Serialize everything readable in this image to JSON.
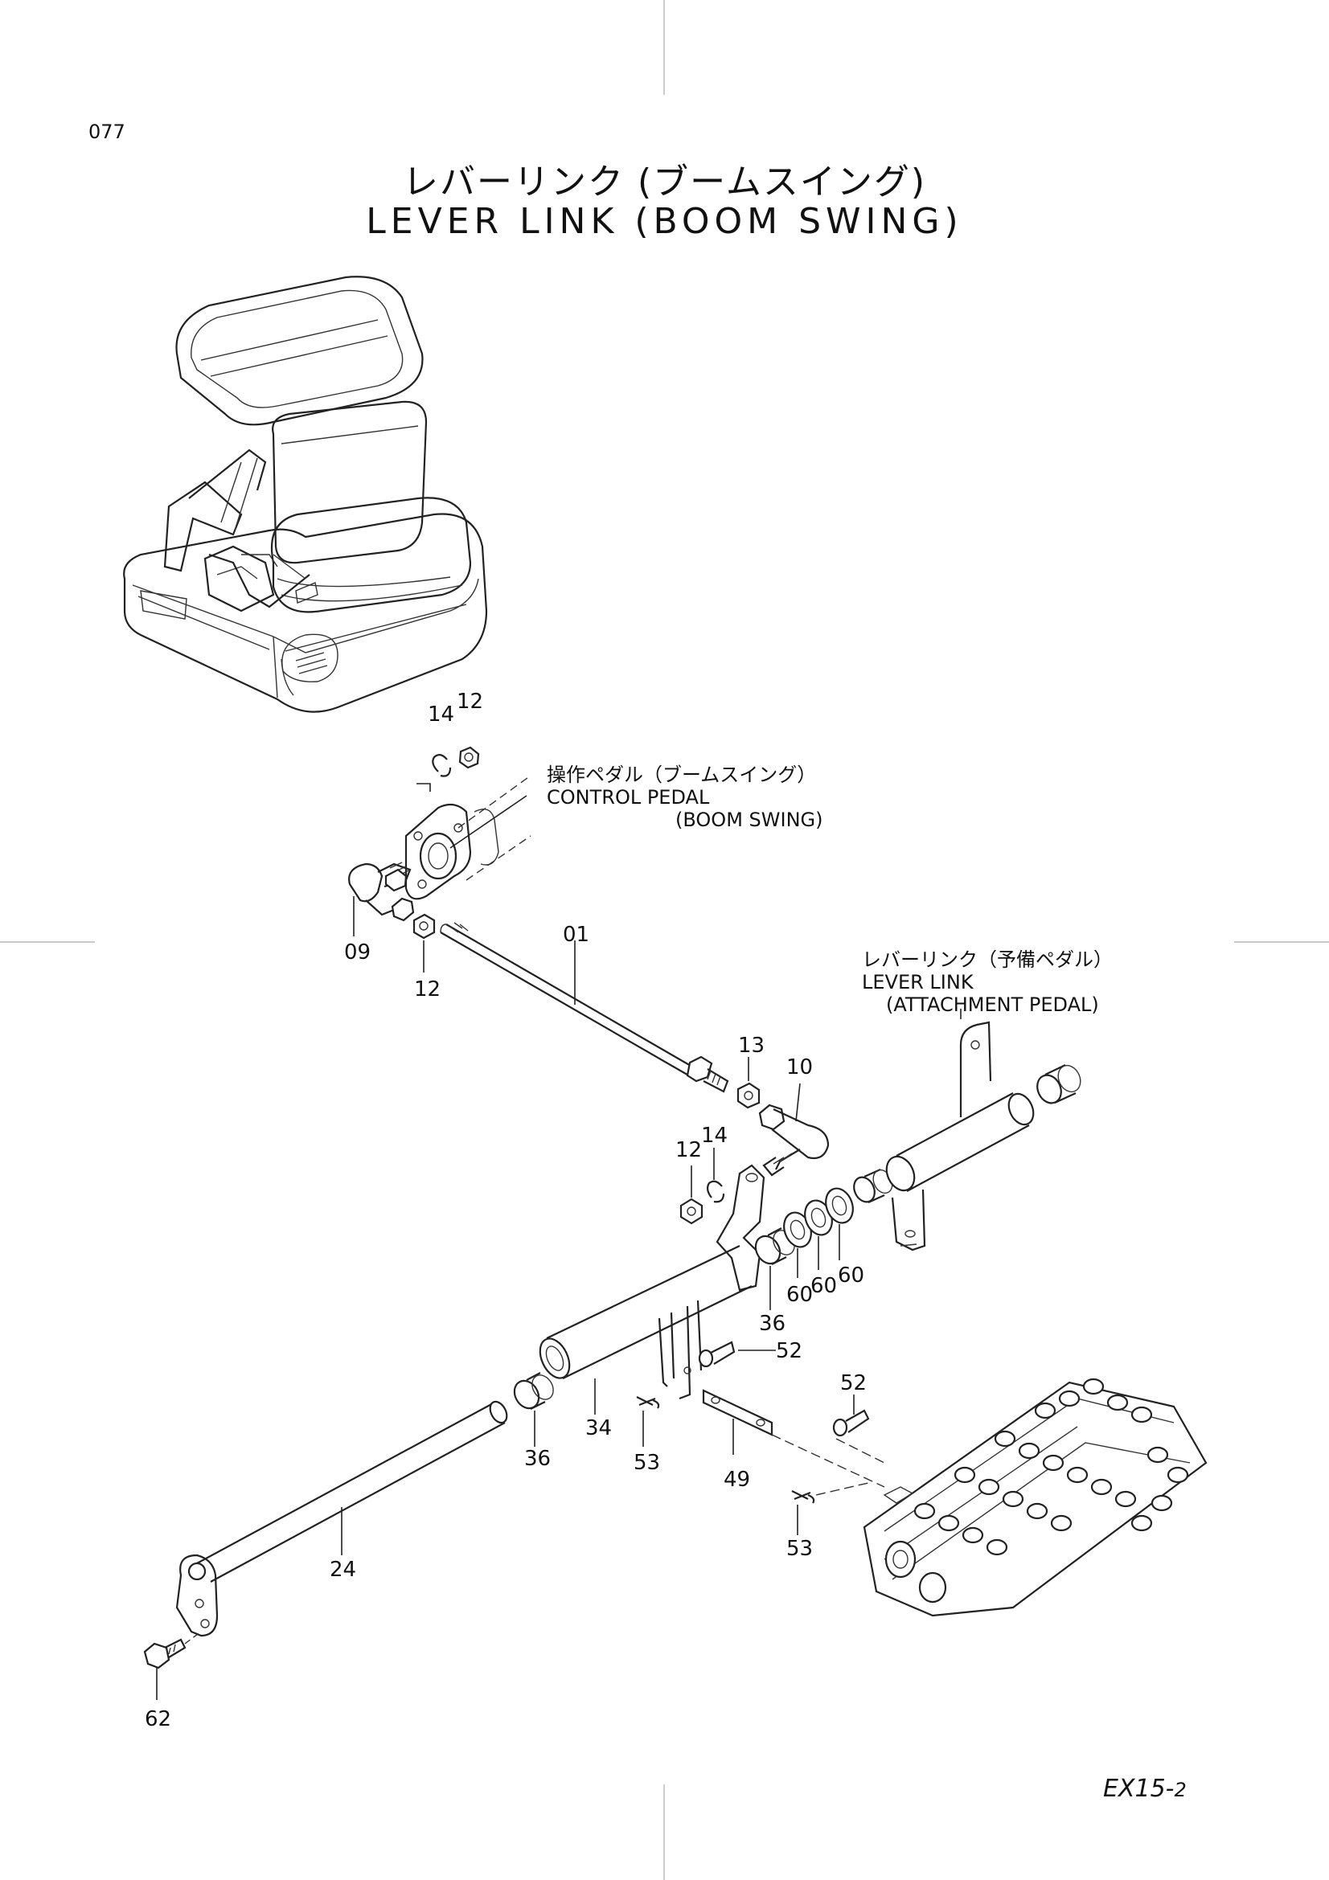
{
  "page_number": "077",
  "title": {
    "japanese": "レバーリンク (ブームスイング)",
    "english": "LEVER LINK (BOOM SWING)"
  },
  "footer": {
    "model": "EX15-",
    "suffix": "2"
  },
  "annotations": {
    "control_pedal": {
      "jp": "操作ペダル（ブームスイング）",
      "en_line1": "CONTROL PEDAL",
      "en_line2": "(BOOM SWING)"
    },
    "lever_link_attachment": {
      "jp": "レバーリンク（予備ペダル）",
      "en_line1": "LEVER LINK",
      "en_line2": "(ATTACHMENT PEDAL)"
    }
  },
  "parts": [
    {
      "id": "p14a",
      "label": "14"
    },
    {
      "id": "p12a",
      "label": "12"
    },
    {
      "id": "p09",
      "label": "09"
    },
    {
      "id": "p12b",
      "label": "12"
    },
    {
      "id": "p01",
      "label": "01"
    },
    {
      "id": "p13",
      "label": "13"
    },
    {
      "id": "p10",
      "label": "10"
    },
    {
      "id": "p12c",
      "label": "12"
    },
    {
      "id": "p14b",
      "label": "14"
    },
    {
      "id": "p60a",
      "label": "60"
    },
    {
      "id": "p60b",
      "label": "60"
    },
    {
      "id": "p60c",
      "label": "60"
    },
    {
      "id": "p36a",
      "label": "36"
    },
    {
      "id": "p52a",
      "label": "52"
    },
    {
      "id": "p36b",
      "label": "36"
    },
    {
      "id": "p34",
      "label": "34"
    },
    {
      "id": "p53a",
      "label": "53"
    },
    {
      "id": "p52b",
      "label": "52"
    },
    {
      "id": "p49",
      "label": "49"
    },
    {
      "id": "p53b",
      "label": "53"
    },
    {
      "id": "p24",
      "label": "24"
    },
    {
      "id": "p62",
      "label": "62"
    }
  ]
}
